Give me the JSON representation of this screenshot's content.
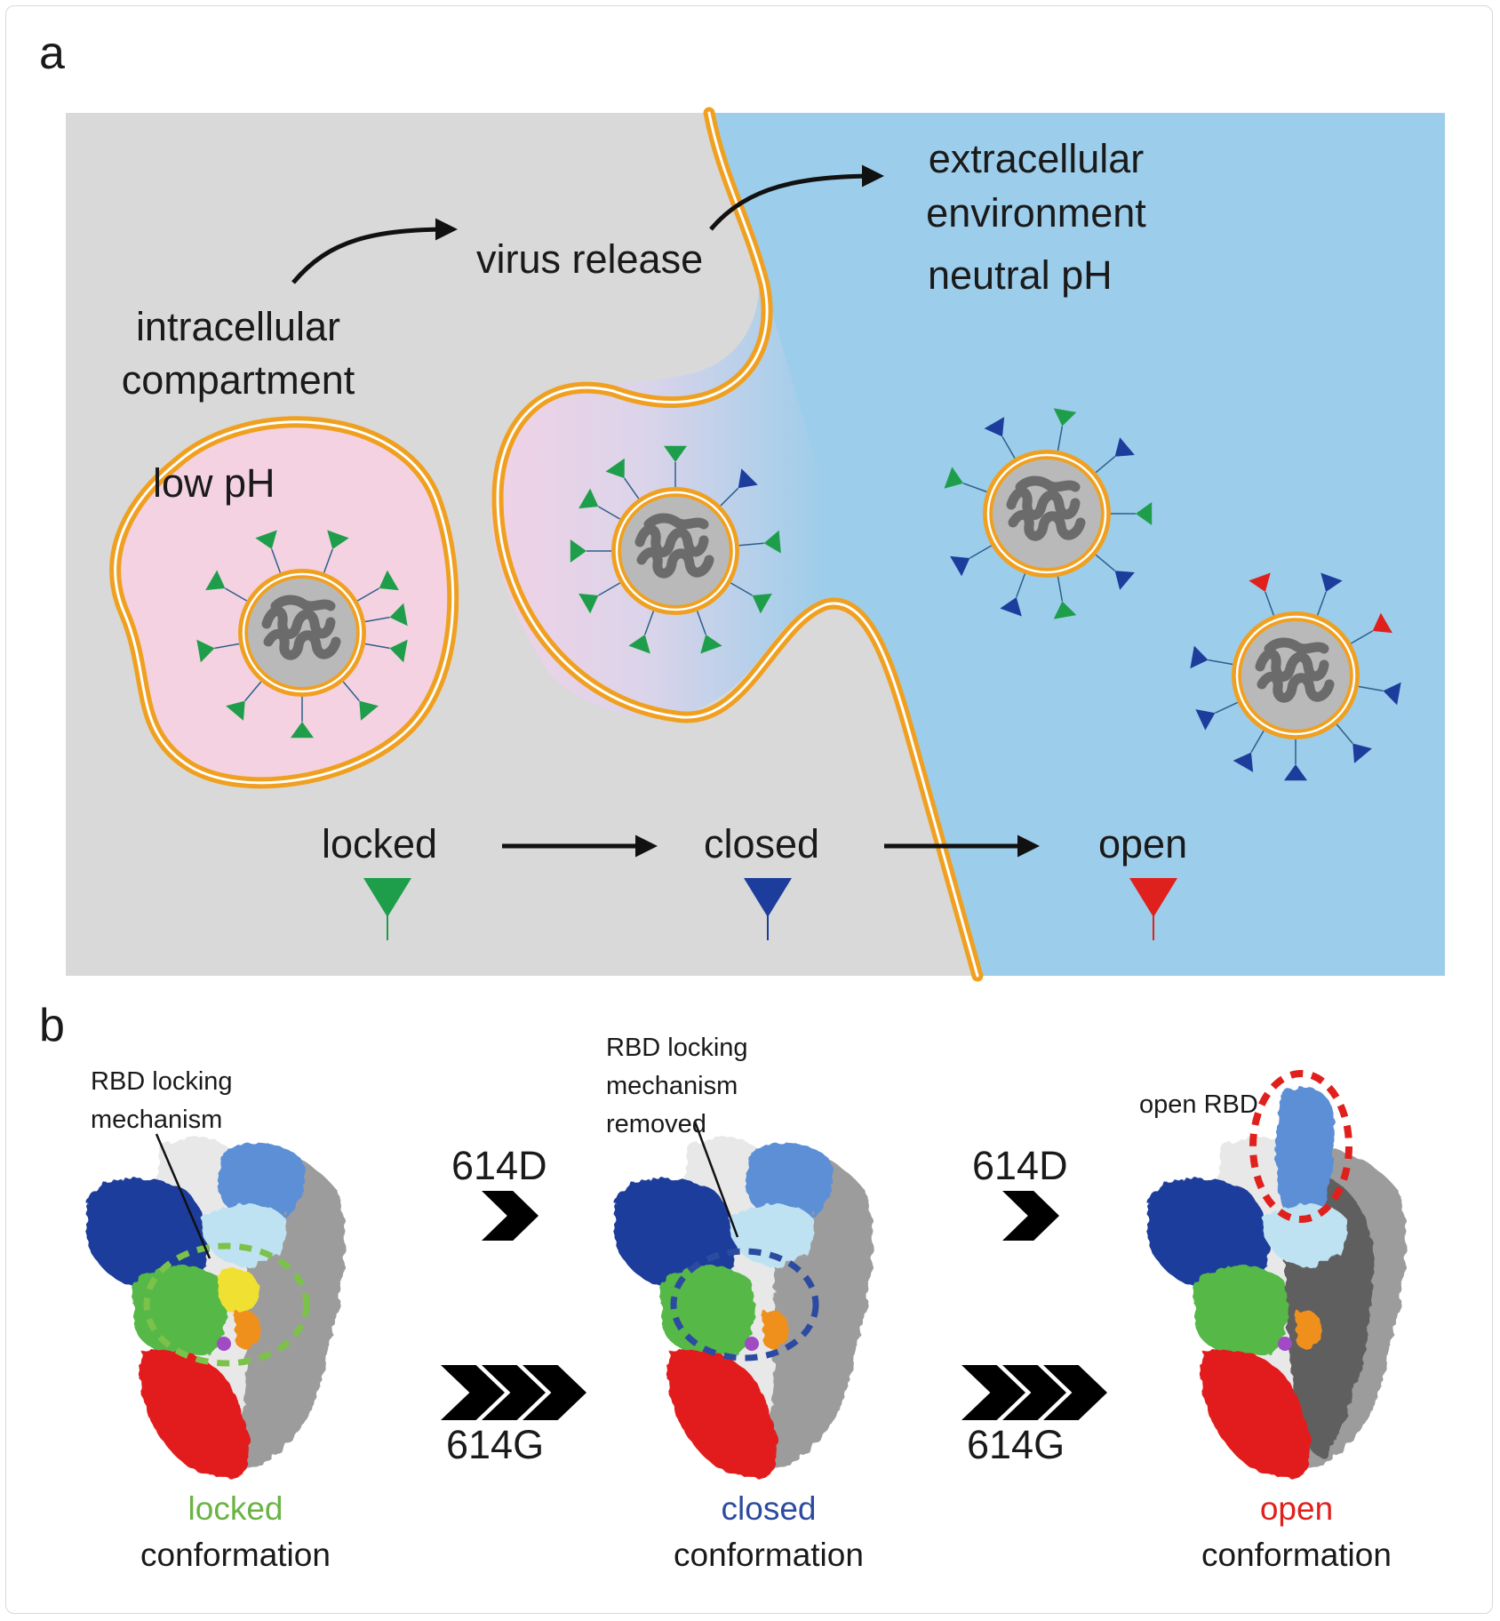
{
  "panel_a": {
    "letter": "a",
    "intracellular_lines": [
      "intracellular",
      "compartment"
    ],
    "virus_release": "virus release",
    "extracellular_lines": [
      "extracellular",
      "environment"
    ],
    "neutral_ph": "neutral pH",
    "low_ph": "low pH",
    "legend": [
      {
        "label": "locked",
        "color": "#1e9e4a"
      },
      {
        "label": "closed",
        "color": "#1c3d9c"
      },
      {
        "label": "open",
        "color": "#e0201c"
      }
    ],
    "colors": {
      "cytoplasm": "#d9d9d9",
      "extracellular": "#9ccdea",
      "low_ph_compartment": "#f4d2e2",
      "membrane": "#f0a020",
      "virion_core": "#b9b9b9",
      "rna": "#6b6b6b"
    }
  },
  "panel_b": {
    "letter": "b",
    "rbd_locking_lines": [
      "RBD locking",
      "mechanism"
    ],
    "rbd_removed_lines": [
      "RBD locking",
      "mechanism",
      "removed"
    ],
    "open_rbd": "open RBD",
    "transitions": [
      {
        "slow": "614D",
        "fast": "614G"
      },
      {
        "slow": "614D",
        "fast": "614G"
      }
    ],
    "states": [
      {
        "name": "locked",
        "suffix": "conformation",
        "color": "#6ab344"
      },
      {
        "name": "closed",
        "suffix": "conformation",
        "color": "#2c4ba0"
      },
      {
        "name": "open",
        "suffix": "conformation",
        "color": "#e0201c"
      }
    ],
    "protein_colors": {
      "chain_a_ntd": "#1c3d9c",
      "chain_a_rbd": "#5b8fd6",
      "chain_a_light": "#bfe2f2",
      "chain_b": "#e8e8e8",
      "chain_c": "#9c9c9c",
      "chain_c_dark": "#5e5e5e",
      "sd1": "#55b846",
      "sd2": "#e21d1d",
      "lock_yellow": "#f0e030",
      "site_orange": "#f0901c",
      "site_purple": "#a04ac4"
    }
  }
}
